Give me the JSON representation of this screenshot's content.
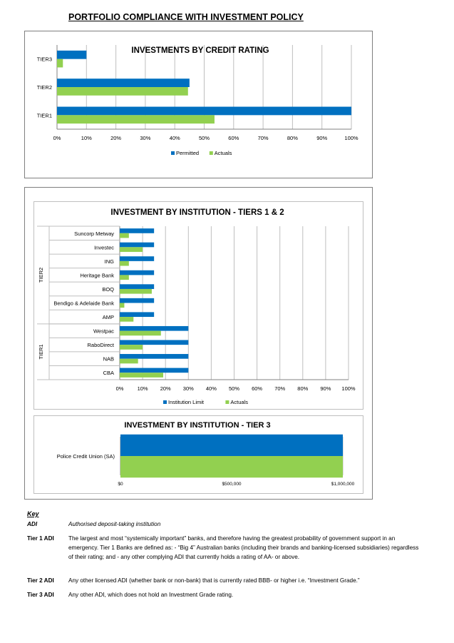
{
  "page_title": "PORTFOLIO COMPLIANCE WITH INVESTMENT POLICY",
  "colors": {
    "permitted": "#0070C0",
    "actuals": "#92D050",
    "grid": "#bfbfbf"
  },
  "chart_data": [
    {
      "type": "bar",
      "orientation": "horizontal",
      "title": "INVESTMENTS BY CREDIT RATING",
      "categories": [
        "TIER3",
        "TIER2",
        "TIER1"
      ],
      "series": [
        {
          "name": "Permitted",
          "values": [
            10,
            45,
            100
          ]
        },
        {
          "name": "Actuals",
          "values": [
            2,
            44.5,
            53.5
          ]
        }
      ],
      "xlim": [
        0,
        100
      ],
      "xticks": [
        "0%",
        "10%",
        "20%",
        "30%",
        "40%",
        "50%",
        "60%",
        "70%",
        "80%",
        "90%",
        "100%"
      ],
      "legend": "bottom",
      "grid": true
    },
    {
      "type": "bar",
      "orientation": "horizontal",
      "title": "INVESTMENT BY INSTITUTION - TIERS 1 & 2",
      "categories": [
        "Suncorp Metway",
        "Investec",
        "ING",
        "Heritage Bank",
        "BOQ",
        "Bendigo & Adelaide Bank",
        "AMP",
        "Westpac",
        "RaboDirect",
        "NAB",
        "CBA"
      ],
      "groups": [
        {
          "label": "TIER2",
          "count": 7
        },
        {
          "label": "TIER1",
          "count": 4
        }
      ],
      "series": [
        {
          "name": "Institution Limit",
          "values": [
            15,
            15,
            15,
            15,
            15,
            15,
            15,
            30,
            30,
            30,
            30
          ]
        },
        {
          "name": "Actuals",
          "values": [
            4,
            10,
            4,
            4,
            14,
            2,
            6,
            18,
            10,
            8,
            19
          ]
        }
      ],
      "xlim": [
        0,
        100
      ],
      "xticks": [
        "0%",
        "10%",
        "20%",
        "30%",
        "40%",
        "50%",
        "60%",
        "70%",
        "80%",
        "90%",
        "100%"
      ],
      "legend": "bottom",
      "grid": true
    },
    {
      "type": "bar",
      "orientation": "horizontal",
      "title": "INVESTMENT BY INSTITUTION - TIER 3",
      "categories": [
        "Police Credit Union (SA)"
      ],
      "series": [
        {
          "values": [
            1000000
          ]
        },
        {
          "values": [
            1000000
          ]
        }
      ],
      "xlim": [
        0,
        1000000
      ],
      "xticks": [
        "$0",
        "$500,000",
        "$1,000,000"
      ],
      "grid": true
    }
  ],
  "key": {
    "heading": "Key",
    "rows": [
      {
        "term": "ADI",
        "definition": "Authorised deposit-taking institution"
      },
      {
        "term": "Tier 1 ADI",
        "definition": "The largest and most “systemically important” banks, and therefore having the greatest probability of government support in an emergency. Tier 1 Banks are defined as: - “Big 4” Australian banks (including their brands and banking-licensed subsidiaries) regardless of their rating; and - any other complying ADI that currently holds a rating of AA- or above."
      },
      {
        "term": "Tier 2 ADI",
        "definition": "Any other licensed ADI (whether bank or non-bank) that is currently rated BBB- or higher i.e. “Investment Grade.”"
      },
      {
        "term": "Tier 3 ADI",
        "definition": "Any other ADI, which does not hold an Investment Grade rating."
      }
    ]
  }
}
